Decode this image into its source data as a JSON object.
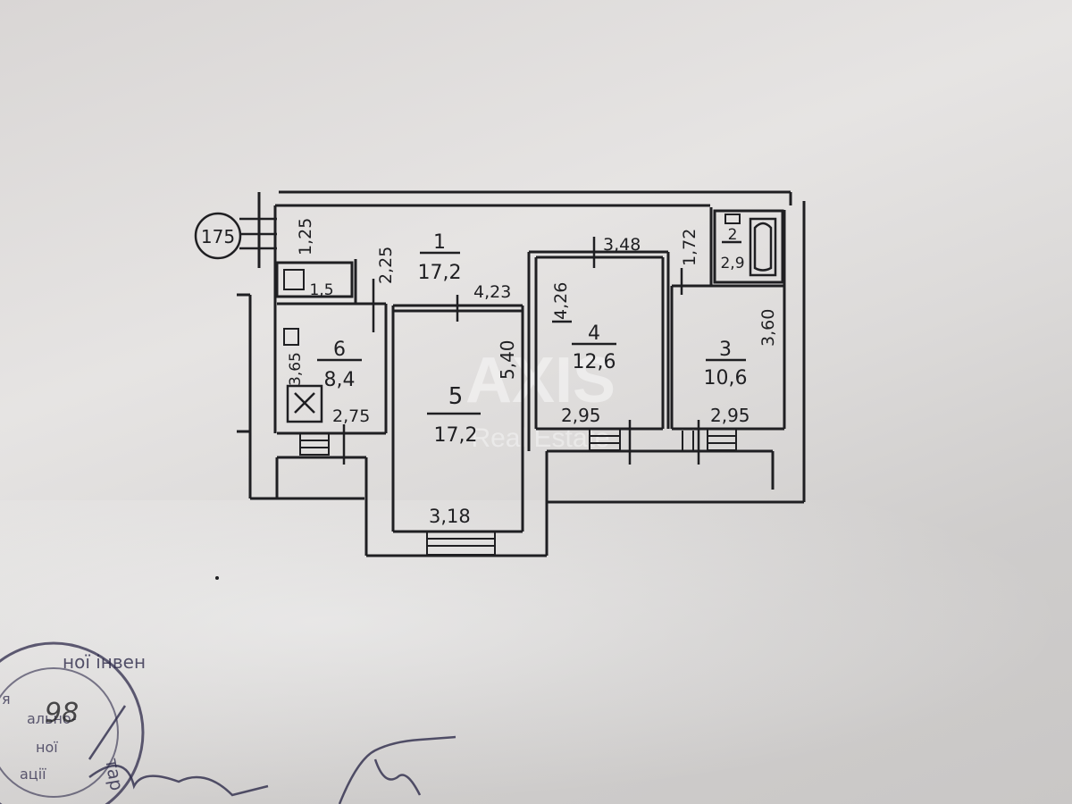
{
  "plan": {
    "building_number": "175",
    "rooms": [
      {
        "number": "1",
        "area": "17,2"
      },
      {
        "number": "2",
        "area": "2,9"
      },
      {
        "number": "3",
        "area": "10,6"
      },
      {
        "number": "4",
        "area": "12,6"
      },
      {
        "number": "5",
        "area": "17,2"
      },
      {
        "number": "6",
        "area": "8,4"
      },
      {
        "number": "",
        "area": "1,5"
      }
    ],
    "dimensions": {
      "d125": "1,25",
      "d225": "2,25",
      "d423": "4,23",
      "d348": "3,48",
      "d172": "1,72",
      "d426": "4,26",
      "d540": "5,40",
      "d360": "3,60",
      "d365": "3,65",
      "d275": "2,75",
      "d295a": "2,95",
      "d295b": "2,95",
      "d318": "3,18"
    }
  },
  "watermark": {
    "brand": "AXIS",
    "tagline": "Real Estate"
  },
  "stamp": {
    "number": "98",
    "fragments": [
      "ної інвен",
      "тар",
      "ної",
      "ації",
      "ально-",
      "я"
    ]
  },
  "colors": {
    "ink": "#1f1f22",
    "paper": "#e3e1e0"
  }
}
